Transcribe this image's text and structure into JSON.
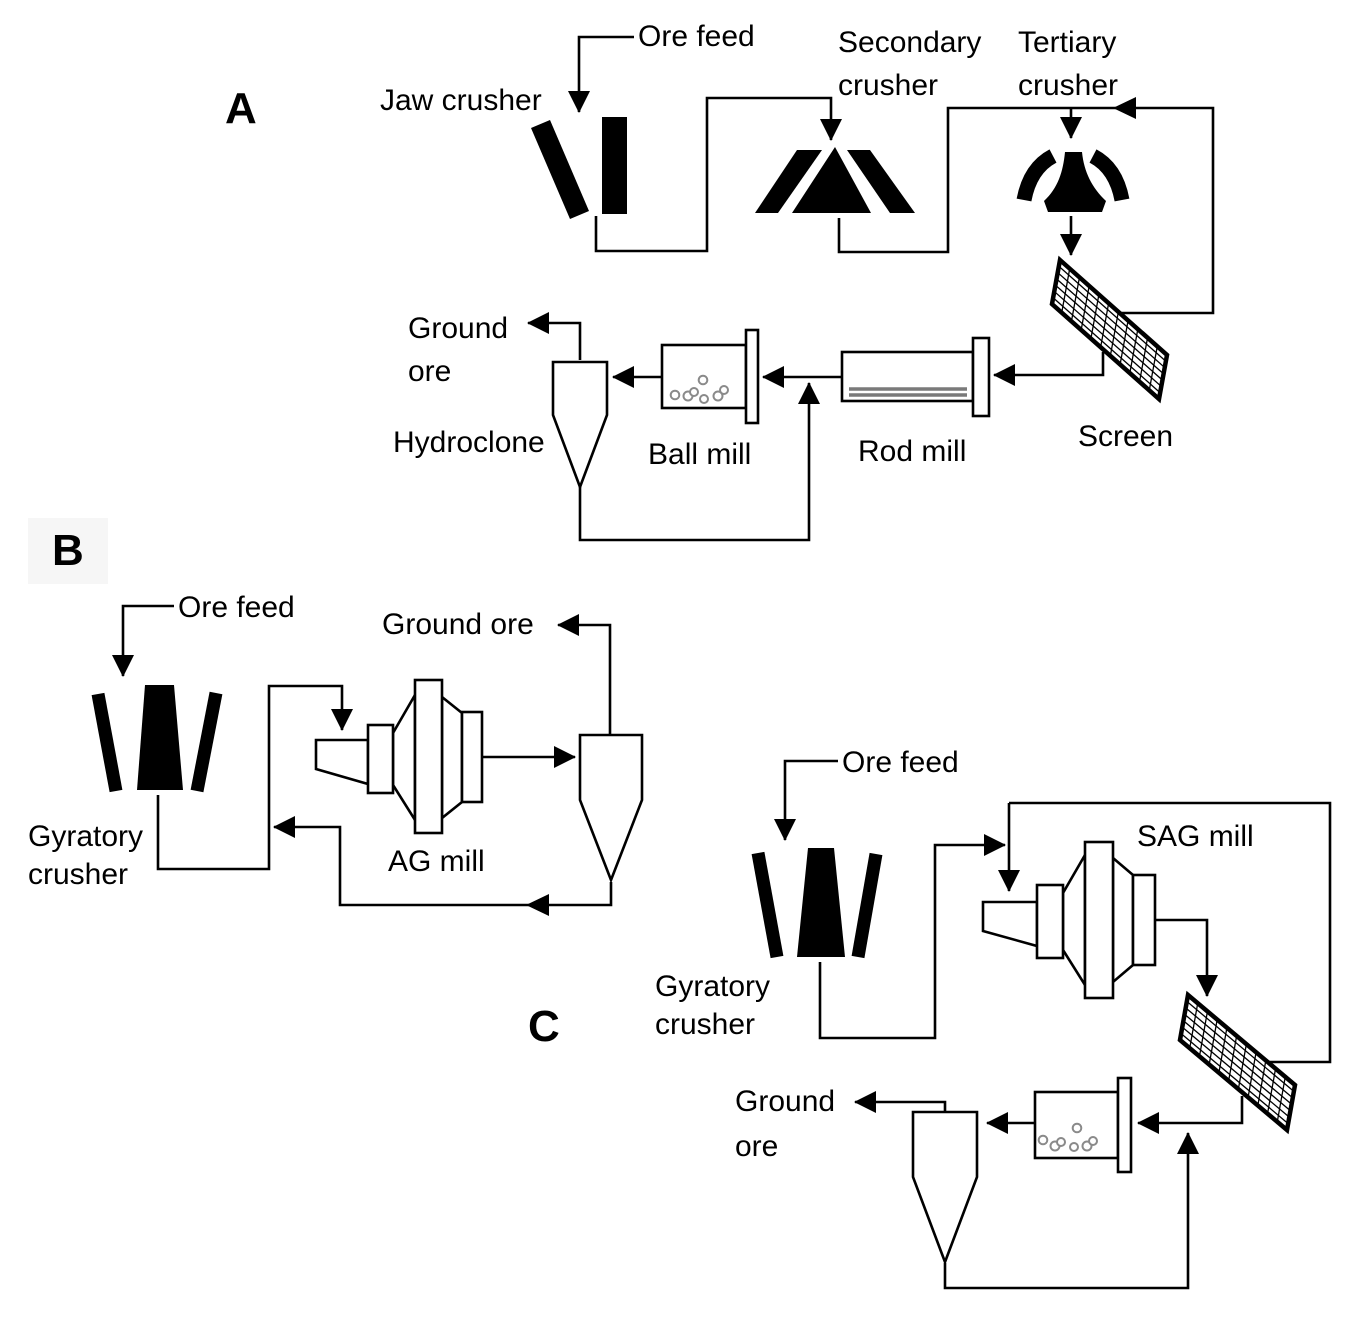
{
  "colors": {
    "background": "#ffffff",
    "line": "#000000",
    "rod_gray": "#7a7a7a",
    "ball_gray": "#8a8a8a"
  },
  "sections": {
    "a": {
      "label": "A",
      "ore_feed": "Ore feed",
      "jaw_crusher": "Jaw crusher",
      "secondary1": "Secondary",
      "secondary2": "crusher",
      "tertiary1": "Tertiary",
      "tertiary2": "crusher",
      "screen": "Screen",
      "rod_mill": "Rod mill",
      "ball_mill": "Ball mill",
      "hydroclone": "Hydroclone",
      "ground1": "Ground",
      "ground2": "ore"
    },
    "b": {
      "label": "B",
      "ore_feed": "Ore feed",
      "gyratory1": "Gyratory",
      "gyratory2": "crusher",
      "ag_mill": "AG mill",
      "ground_ore": "Ground ore"
    },
    "c": {
      "label": "C",
      "ore_feed": "Ore feed",
      "gyratory1": "Gyratory",
      "gyratory2": "crusher",
      "sag_mill": "SAG mill",
      "ground1": "Ground",
      "ground2": "ore"
    }
  }
}
